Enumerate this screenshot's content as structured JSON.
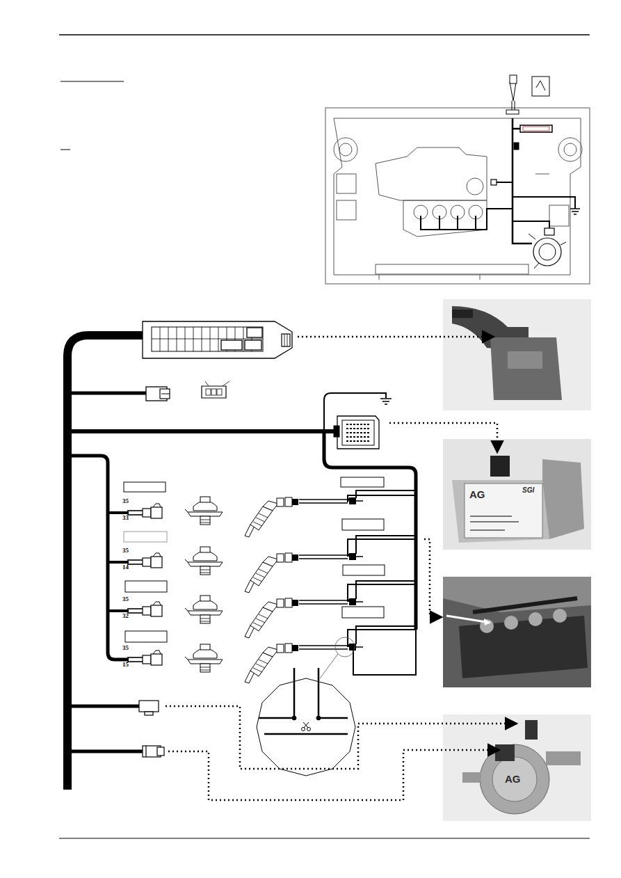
{
  "diagram": {
    "labels": [
      "35",
      "33",
      "35",
      "14",
      "35",
      "32",
      "35",
      "15",
      "AG",
      "SGI",
      "AG"
    ]
  }
}
